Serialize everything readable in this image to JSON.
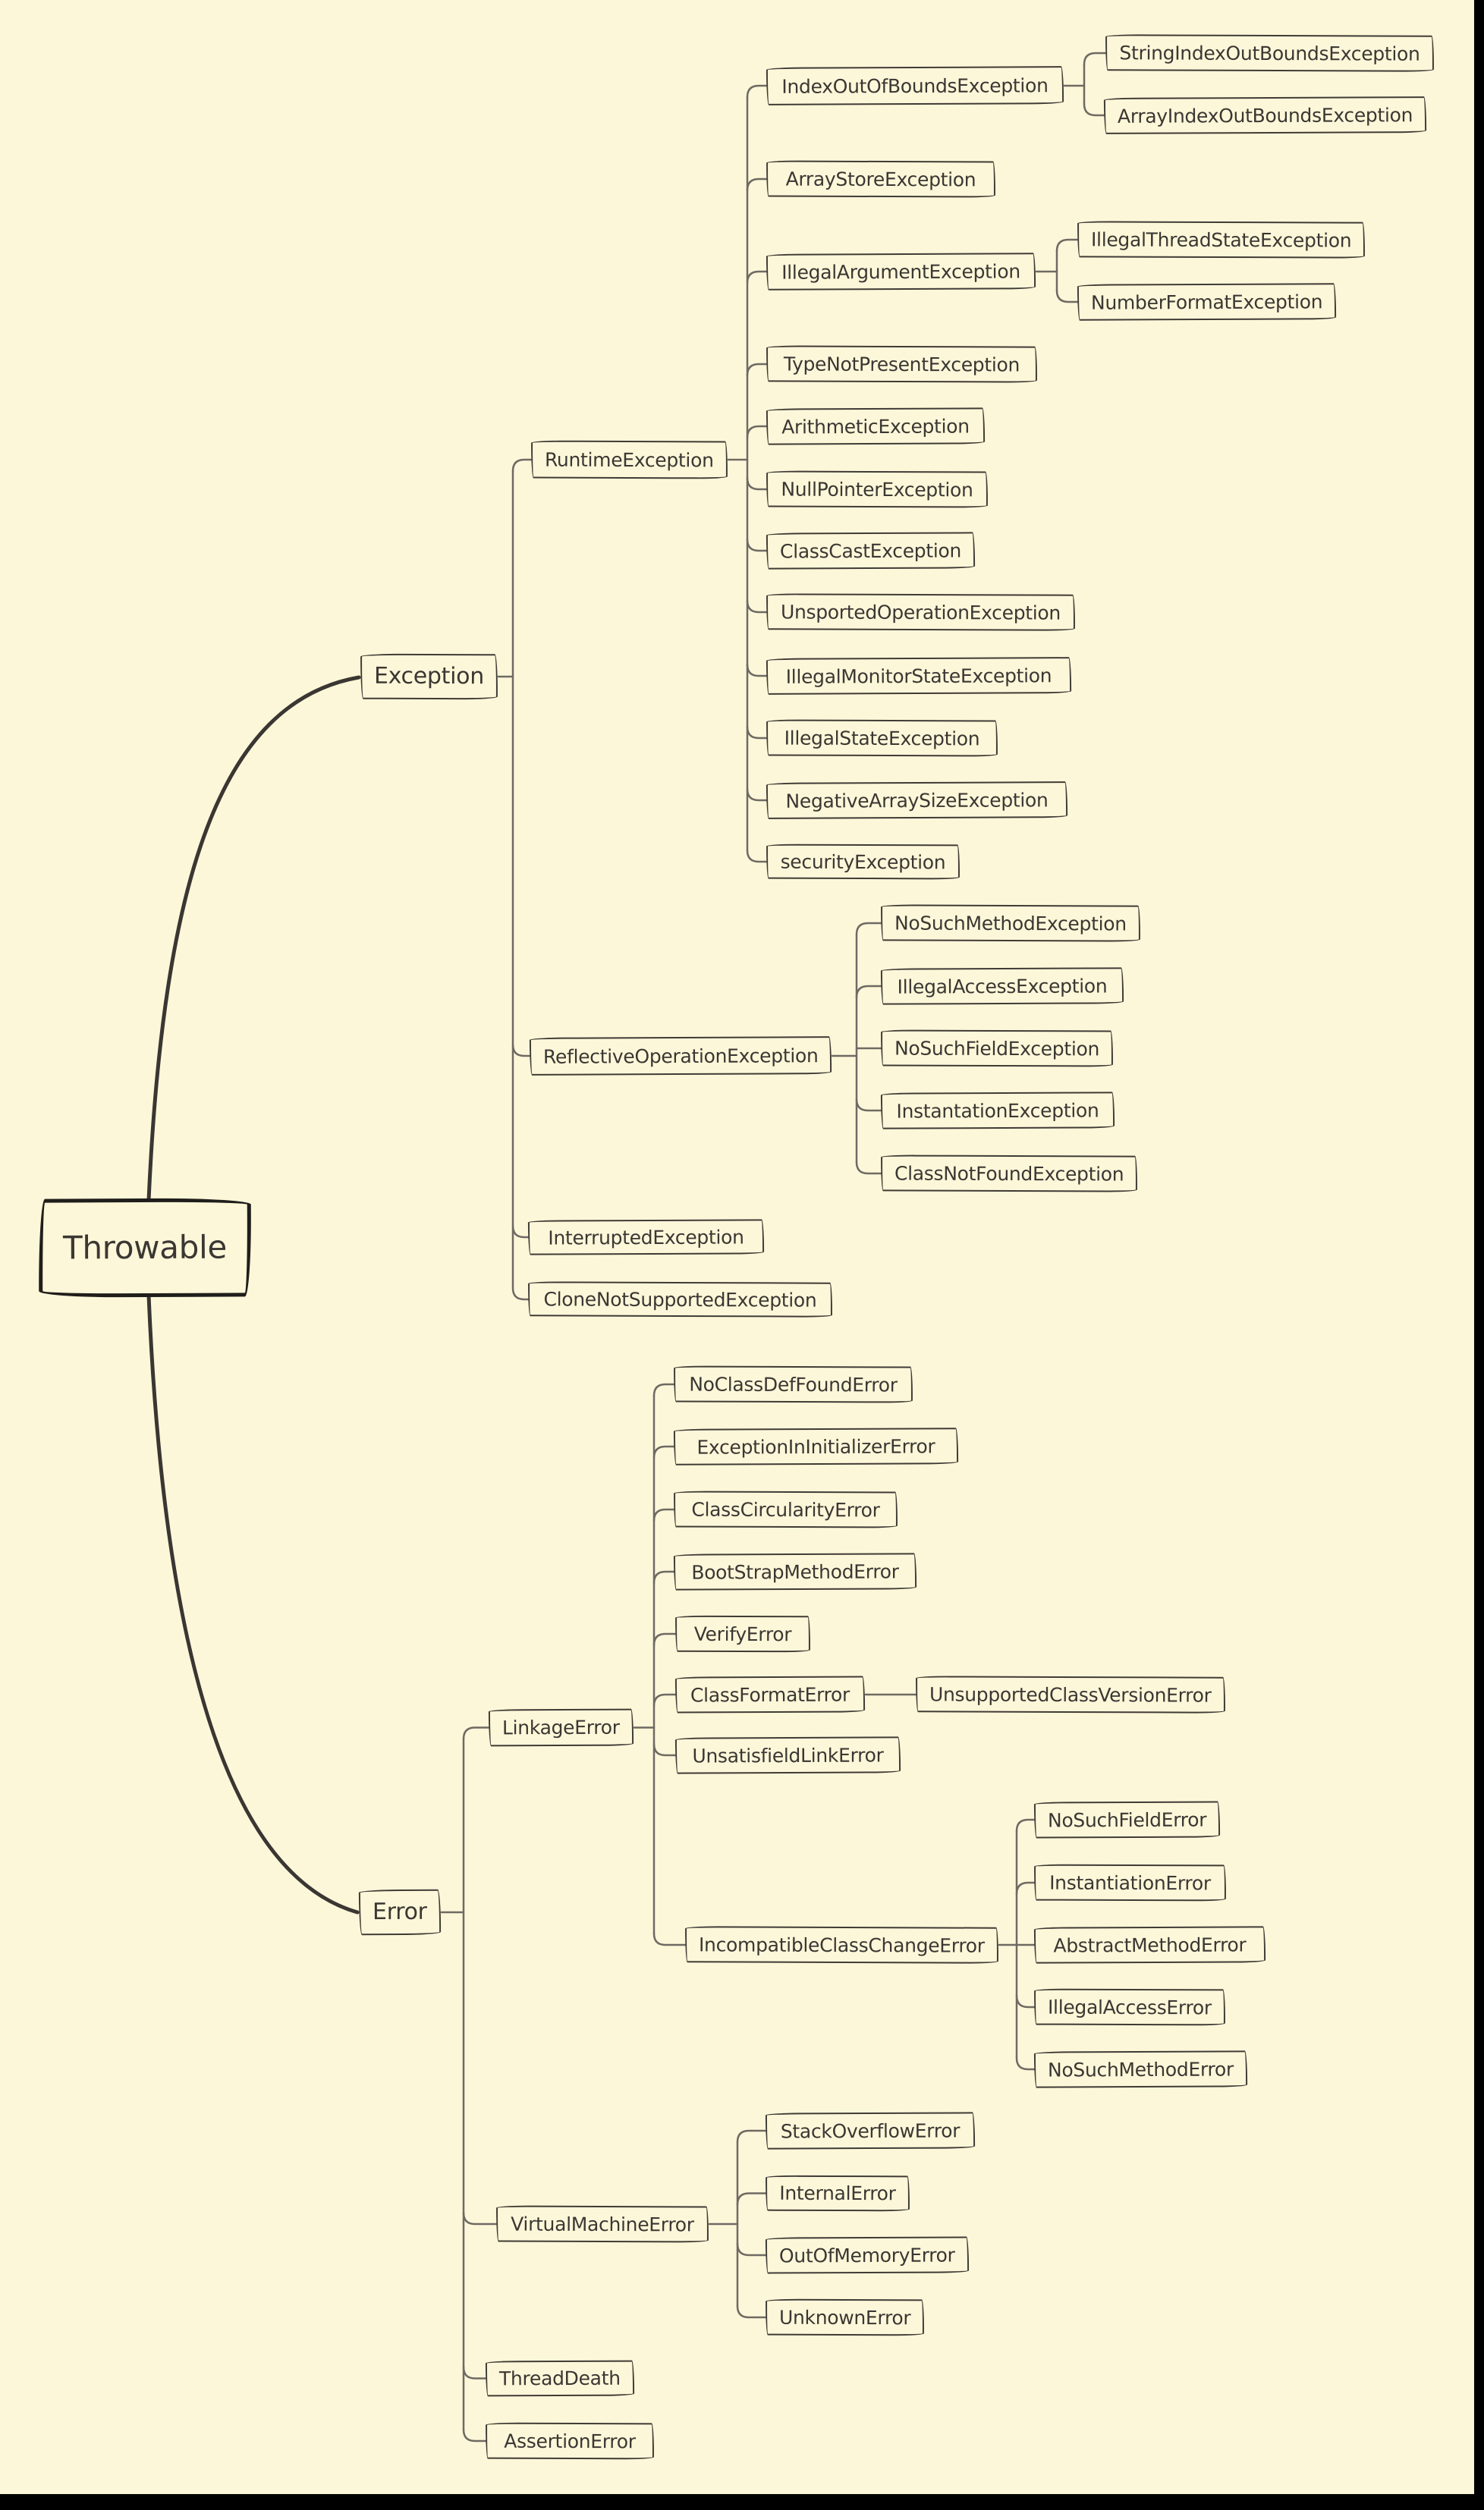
{
  "diagram_title": "Throwable",
  "colors": {
    "background": "#fdf7d9",
    "text": "#3a3733",
    "box_border": "#3f3b35",
    "connector": "#6e6a63",
    "root_connector": "#3a3632",
    "edge_bars": "#000000"
  },
  "nodes": {
    "throwable": {
      "label": "Throwable"
    },
    "exception": {
      "label": "Exception"
    },
    "error": {
      "label": "Error"
    },
    "runtime": {
      "label": "RuntimeException"
    },
    "reflective": {
      "label": "ReflectiveOperationException"
    },
    "interrupted": {
      "label": "InterruptedException"
    },
    "clonenotsupported": {
      "label": "CloneNotSupportedException"
    },
    "ioobe": {
      "label": "IndexOutOfBoundsException"
    },
    "stringindex": {
      "label": "StringIndexOutBoundsException"
    },
    "arrayindex": {
      "label": "ArrayIndexOutBoundsException"
    },
    "arraystore": {
      "label": "ArrayStoreException"
    },
    "illegalarg": {
      "label": "IllegalArgumentException"
    },
    "illegalthread": {
      "label": "IllegalThreadStateException"
    },
    "numberformat": {
      "label": "NumberFormatException"
    },
    "typenotpresent": {
      "label": "TypeNotPresentException"
    },
    "arithmetic": {
      "label": "ArithmeticException"
    },
    "nullpointer": {
      "label": "NullPointerException"
    },
    "classcast": {
      "label": "ClassCastException"
    },
    "unsported": {
      "label": "UnsportedOperationException"
    },
    "illegalmonitor": {
      "label": "IllegalMonitorStateException"
    },
    "illegalstate": {
      "label": "IllegalStateException"
    },
    "negativearray": {
      "label": "NegativeArraySizeException"
    },
    "security": {
      "label": "securityException"
    },
    "nosuchmethodex": {
      "label": "NoSuchMethodException"
    },
    "illegalaccessex": {
      "label": "IllegalAccessException"
    },
    "nosuchfieldex": {
      "label": "NoSuchFieldException"
    },
    "instantation": {
      "label": "InstantationException"
    },
    "classnotfound": {
      "label": "ClassNotFoundException"
    },
    "linkage": {
      "label": "LinkageError"
    },
    "noclassdef": {
      "label": "NoClassDefFoundError"
    },
    "exininit": {
      "label": "ExceptionInInitializerError"
    },
    "classcirc": {
      "label": "ClassCircularityError"
    },
    "bootstrap": {
      "label": "BootStrapMethodError"
    },
    "verify": {
      "label": "VerifyError"
    },
    "classformat": {
      "label": "ClassFormatError"
    },
    "unsupportedclassversion": {
      "label": "UnsupportedClassVersionError"
    },
    "unsatisfield": {
      "label": "UnsatisfieldLinkError"
    },
    "incompatible": {
      "label": "IncompatibleClassChangeError"
    },
    "nosuchfielderr": {
      "label": "NoSuchFieldError"
    },
    "instantiationerr": {
      "label": "InstantiationError"
    },
    "abstractmethod": {
      "label": "AbstractMethodError"
    },
    "illegalaccesserr": {
      "label": "IllegalAccessError"
    },
    "nosuchmethoderr": {
      "label": "NoSuchMethodError"
    },
    "virtualmachine": {
      "label": "VirtualMachineError"
    },
    "stackoverflow": {
      "label": "StackOverflowError"
    },
    "internal": {
      "label": "InternalError"
    },
    "outofmemory": {
      "label": "OutOfMemoryError"
    },
    "unknown": {
      "label": "UnknownError"
    },
    "threaddeath": {
      "label": "ThreadDeath"
    },
    "assertion": {
      "label": "AssertionError"
    }
  },
  "hierarchy": {
    "throwable": [
      "exception",
      "error"
    ],
    "exception": [
      "runtime",
      "reflective",
      "interrupted",
      "clonenotsupported"
    ],
    "runtime": [
      "ioobe",
      "arraystore",
      "illegalarg",
      "typenotpresent",
      "arithmetic",
      "nullpointer",
      "classcast",
      "unsported",
      "illegalmonitor",
      "illegalstate",
      "negativearray",
      "security"
    ],
    "ioobe": [
      "stringindex",
      "arrayindex"
    ],
    "illegalarg": [
      "illegalthread",
      "numberformat"
    ],
    "reflective": [
      "nosuchmethodex",
      "illegalaccessex",
      "nosuchfieldex",
      "instantation",
      "classnotfound"
    ],
    "error": [
      "linkage",
      "virtualmachine",
      "threaddeath",
      "assertion"
    ],
    "linkage": [
      "noclassdef",
      "exininit",
      "classcirc",
      "bootstrap",
      "verify",
      "classformat",
      "unsatisfield",
      "incompatible"
    ],
    "classformat": [
      "unsupportedclassversion"
    ],
    "incompatible": [
      "nosuchfielderr",
      "instantiationerr",
      "abstractmethod",
      "illegalaccesserr",
      "nosuchmethoderr"
    ],
    "virtualmachine": [
      "stackoverflow",
      "internal",
      "outofmemory",
      "unknown"
    ]
  }
}
